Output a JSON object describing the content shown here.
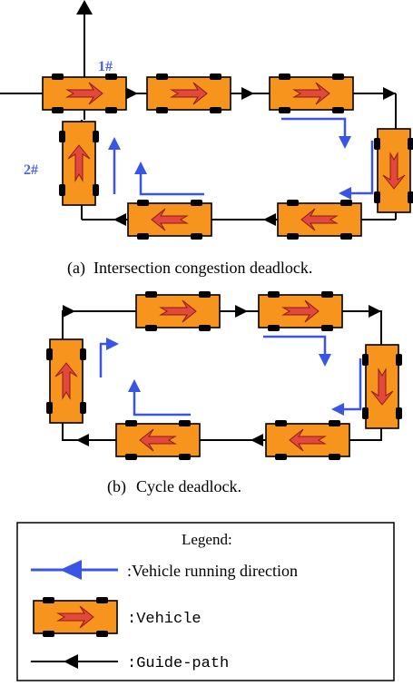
{
  "colors": {
    "vehicle_fill": "#f7941d",
    "vehicle_stroke": "#000000",
    "arrow_fill": "#e2483b",
    "direction_blue": "#3a55e6",
    "label_blue": "#4a62e8",
    "path": "#000000"
  },
  "diagram_a": {
    "caption_prefix": "(a)",
    "caption": "Intersection congestion deadlock.",
    "vehicle_1_label": "1#",
    "vehicle_2_label": "2#"
  },
  "diagram_b": {
    "caption_prefix": "(b)",
    "caption": "Cycle deadlock."
  },
  "legend": {
    "title": "Legend:",
    "direction_label": ":Vehicle running direction",
    "vehicle_label": ":Vehicle",
    "path_label": ":Guide-path"
  }
}
